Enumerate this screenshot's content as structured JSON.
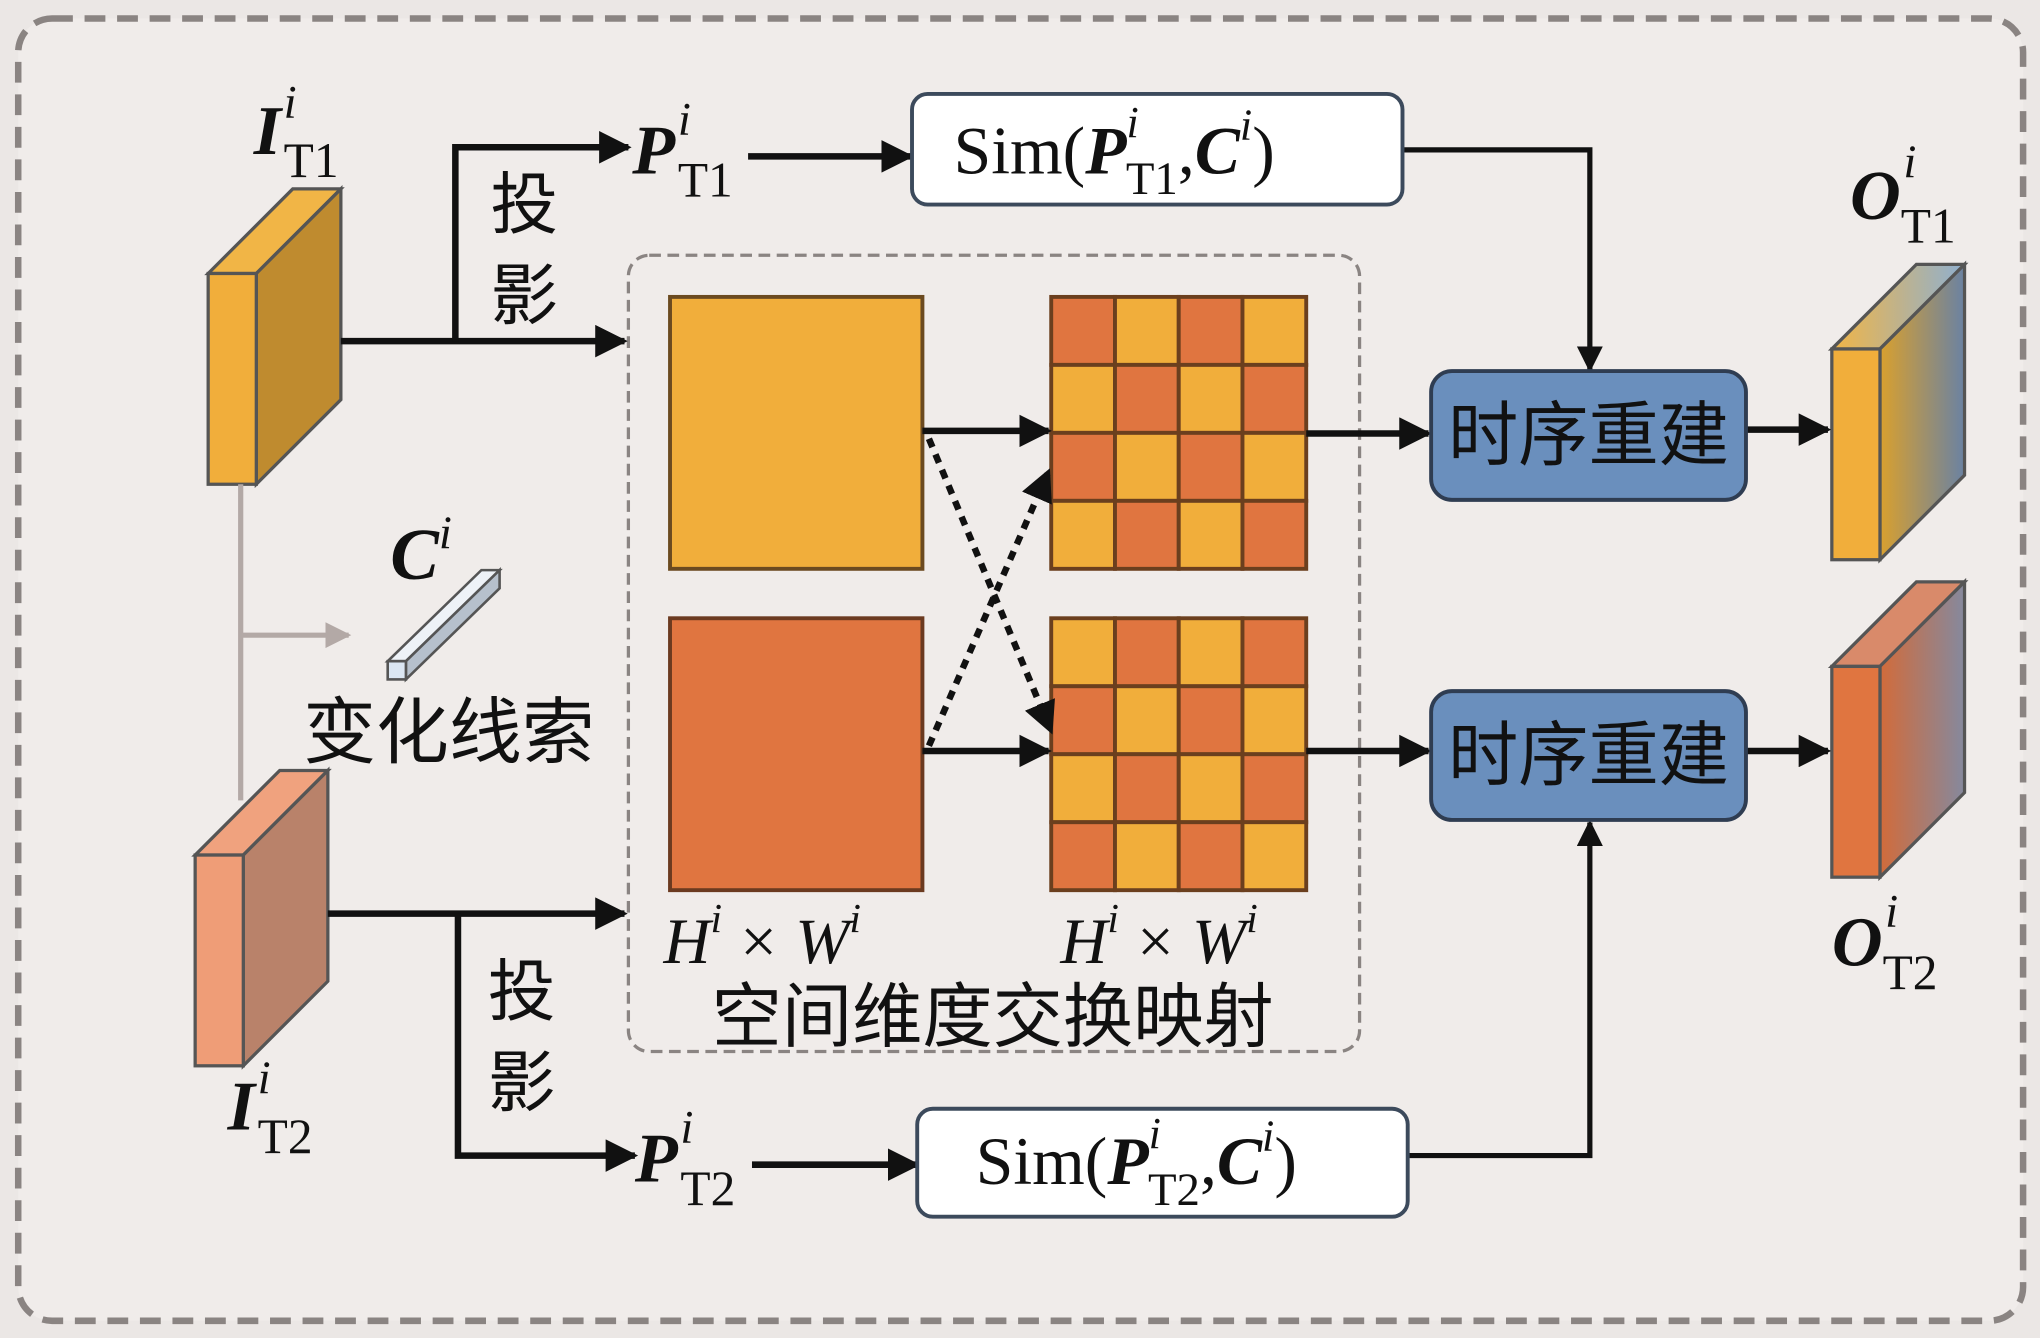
{
  "labels": {
    "i_t1": {
      "base": "I",
      "sup": "i",
      "sub": "T1"
    },
    "i_t2": {
      "base": "I",
      "sup": "i",
      "sub": "T2"
    },
    "p_t1": {
      "base": "P",
      "sup": "i",
      "sub": "T1"
    },
    "p_t2": {
      "base": "P",
      "sup": "i",
      "sub": "T2"
    },
    "o_t1": {
      "base": "O",
      "sup": "i",
      "sub": "T1"
    },
    "o_t2": {
      "base": "O",
      "sup": "i",
      "sub": "T2"
    },
    "c": {
      "base": "C",
      "sup": "i"
    },
    "projection_top": [
      "投",
      "影"
    ],
    "projection_bottom": [
      "投",
      "影"
    ],
    "change_cue": "变化线索",
    "hw_left": {
      "h": "H",
      "w": "W",
      "sup": "i",
      "times": "×"
    },
    "hw_right": {
      "h": "H",
      "w": "W",
      "sup": "i",
      "times": "×"
    },
    "spatial_mapping": "空间维度交换映射",
    "sim_top": {
      "fn": "Sim(",
      "p": "P",
      "sup": "i",
      "sub": "T1",
      "comma": ",",
      "c": "C",
      "csup": "i",
      "close": ")"
    },
    "sim_bottom": {
      "fn": "Sim(",
      "p": "P",
      "sup": "i",
      "sub": "T2",
      "comma": ",",
      "c": "C",
      "csup": "i",
      "close": ")"
    },
    "temporal_top": "时序重建",
    "temporal_bottom": "时序重建"
  },
  "colors": {
    "background": "#f0ecea",
    "yellow": "#f1ae3b",
    "orange": "#e07540",
    "blue": "#6a8fbd",
    "salmon": "#ef9d77",
    "gray_line": "#b3a9a6",
    "dash": "#8a8482"
  }
}
